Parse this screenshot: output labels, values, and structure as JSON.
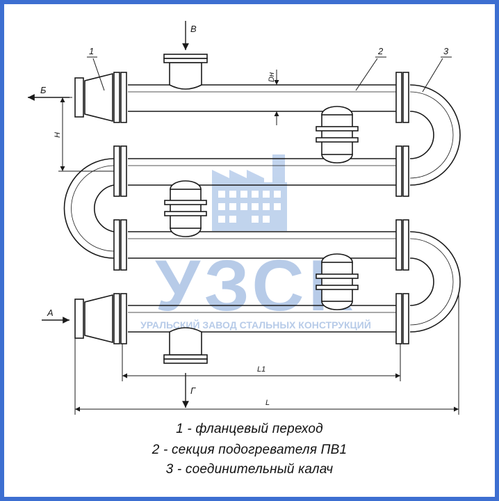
{
  "colors": {
    "frame": "#3d6fd1",
    "line": "#1a1a1a",
    "watermark": "#6a92cc"
  },
  "watermark": {
    "logo_icon": "factory-icon",
    "text": "УЗСК",
    "subtext": "УРАЛЬСКИЙ ЗАВОД СТАЛЬНЫХ КОНСТРУКЦИЙ"
  },
  "labels": {
    "part_1": "1",
    "part_2": "2",
    "part_3": "3",
    "flow_a": "А",
    "flow_b": "Б",
    "flow_v": "В",
    "flow_g": "Г",
    "dim_h": "H",
    "dim_dn": "Dн",
    "dim_l1": "L1",
    "dim_l": "L"
  },
  "legend": [
    "1 - фланцевый переход",
    "2 - секция подогревателя ПВ1",
    "3 - соединительный калач"
  ]
}
